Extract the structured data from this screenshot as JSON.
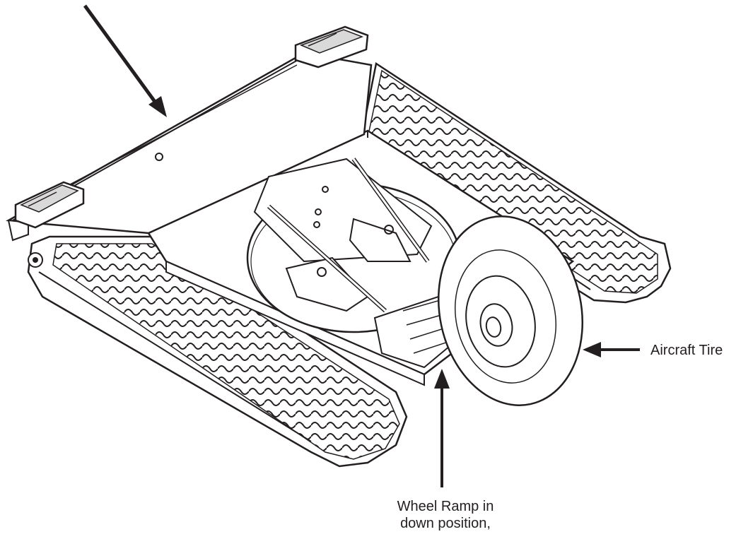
{
  "diagram": {
    "labels": {
      "aircraft_tire": "Aircraft Tire",
      "wheel_ramp_line1": "Wheel Ramp in",
      "wheel_ramp_line2": "down position,"
    },
    "colors": {
      "ink": "#231f20",
      "paper": "#ffffff",
      "shade": "#d9d9d9"
    }
  }
}
